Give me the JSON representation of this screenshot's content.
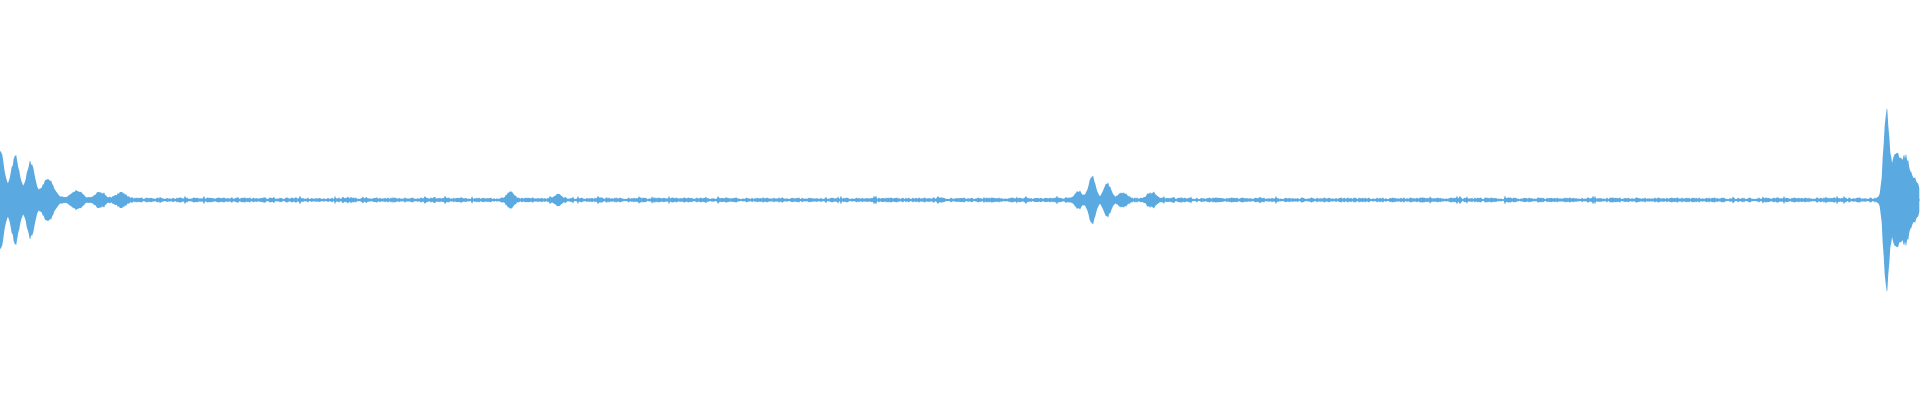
{
  "waveform": {
    "color": "#5aa9e0",
    "background": "#ffffff",
    "duration_fraction_note": "",
    "bursts": [
      {
        "t": 0.0,
        "amp": 0.32,
        "decay": 0.0032
      },
      {
        "t": 0.008,
        "amp": 0.28,
        "decay": 0.003
      },
      {
        "t": 0.016,
        "amp": 0.24,
        "decay": 0.003
      },
      {
        "t": 0.025,
        "amp": 0.13,
        "decay": 0.004
      },
      {
        "t": 0.04,
        "amp": 0.05,
        "decay": 0.004
      },
      {
        "t": 0.052,
        "amp": 0.04,
        "decay": 0.0035
      },
      {
        "t": 0.063,
        "amp": 0.04,
        "decay": 0.0035
      },
      {
        "t": 0.266,
        "amp": 0.05,
        "decay": 0.0025
      },
      {
        "t": 0.291,
        "amp": 0.03,
        "decay": 0.0025
      },
      {
        "t": 0.562,
        "amp": 0.05,
        "decay": 0.0025
      },
      {
        "t": 0.569,
        "amp": 0.15,
        "decay": 0.0025
      },
      {
        "t": 0.577,
        "amp": 0.1,
        "decay": 0.0025
      },
      {
        "t": 0.585,
        "amp": 0.04,
        "decay": 0.003
      },
      {
        "t": 0.6,
        "amp": 0.04,
        "decay": 0.003
      },
      {
        "t": 0.983,
        "amp": 0.58,
        "decay": 0.002
      },
      {
        "t": 0.988,
        "amp": 0.3,
        "decay": 0.003
      },
      {
        "t": 0.993,
        "amp": 0.26,
        "decay": 0.003
      },
      {
        "t": 0.998,
        "amp": 0.12,
        "decay": 0.003
      }
    ],
    "noise_floor": 0.012
  }
}
